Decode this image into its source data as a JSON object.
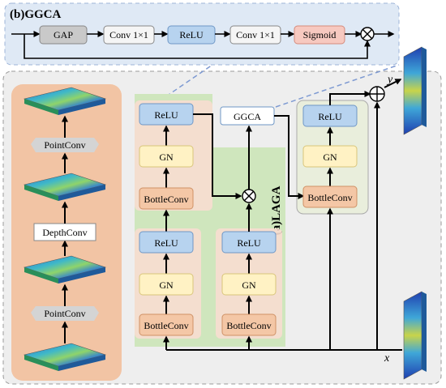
{
  "ggca": {
    "title": "(b)GGCA",
    "blocks": [
      "GAP",
      "Conv 1×1",
      "ReLU",
      "Conv 1×1",
      "Sigmoid"
    ]
  },
  "laga": {
    "title": "(a)LAGA",
    "left_column": [
      "ReLU",
      "GN",
      "BottleConv"
    ],
    "upper_column": [
      "ReLU",
      "GN",
      "BottleConv"
    ],
    "lower_left_column": [
      "ReLU",
      "GN",
      "BottleConv"
    ],
    "lower_right_column": [
      "ReLU",
      "GN",
      "BottleConv"
    ],
    "ggca_block": "GGCA"
  },
  "pipeline": {
    "ops": [
      "PointConv",
      "DepthConv",
      "PointConv"
    ]
  },
  "io": {
    "input_label": "x",
    "output_label": "y"
  },
  "colors": {
    "relu": "#b7d3ef",
    "gn": "#fff2c4",
    "bottleconv": "#f4c7a6",
    "sigmoid": "#f7c9c0",
    "gap": "#c9c9c9",
    "conv": "#f5f5f5",
    "ggca_bg": "#dfe9f5",
    "outer_bg": "#eeeeee",
    "left_panel": "#f2c4a4",
    "laga_green": "#cfe6bd"
  }
}
